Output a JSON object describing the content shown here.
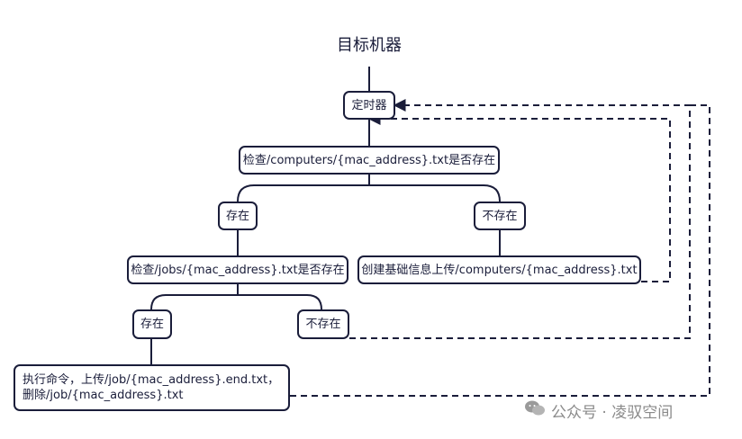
{
  "diagram": {
    "title": "目标机器",
    "nodes": {
      "timer": "定时器",
      "check_computers": "检查/computers/{mac_address}.txt是否存在",
      "exists_1": "存在",
      "not_exists_1": "不存在",
      "check_jobs": "检查/jobs/{mac_address}.txt是否存在",
      "create_info": "创建基础信息上传/computers/{mac_address}.txt",
      "exists_2": "存在",
      "not_exists_2": "不存在",
      "execute": "执行命令，上传/job/{mac_address}.end.txt，删除/job/{mac_address}.txt"
    },
    "colors": {
      "stroke": "#1a1d3a",
      "watermark": "#8a8a8a"
    }
  },
  "watermark": {
    "text": "公众号 · 凌驭空间",
    "icon": "wechat-icon"
  }
}
